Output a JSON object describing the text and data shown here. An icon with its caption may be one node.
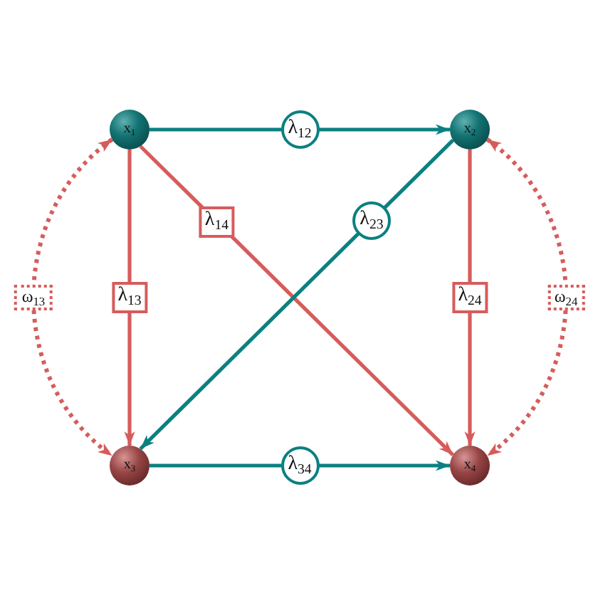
{
  "diagram": {
    "nodes": [
      {
        "text": [
          "x$_{1}$"
        ]
      },
      {
        "text": [
          "x$_{2}$"
        ]
      },
      {
        "text": [
          "x$_{3}$"
        ]
      },
      {
        "text": [
          "x$_{4}$"
        ]
      }
    ],
    "edges": [
      {
        "from": 0,
        "to": 1,
        "arrow": "to",
        "label": "λ$_{12}$",
        "color": "#0b8080"
      },
      {
        "from": 0,
        "to": 2,
        "arrow": "to",
        "label": "λ$_{13}$"
      },
      {
        "from": 0,
        "to": 3,
        "arrow": "to",
        "label": "λ$_{14}$"
      },
      {
        "from": 1,
        "to": 2,
        "arrow": "to",
        "label": "λ$_{23}$",
        "color": "#0b8080"
      },
      {
        "from": 1,
        "to": 3,
        "arrow": "to",
        "label": "λ$_{24}$"
      },
      {
        "from": 2,
        "to": 3,
        "arrow": "to",
        "label": "λ$_{34}$",
        "color": "#0b8080"
      },
      {
        "from": 0,
        "to": 2,
        "arrow": "both",
        "label": "ω$_{13}$",
        "style": "dashed"
      },
      {
        "from": 1,
        "to": 3,
        "arrow": "both",
        "label": "ω$_{24}$",
        "style": "dashed"
      }
    ]
  }
}
